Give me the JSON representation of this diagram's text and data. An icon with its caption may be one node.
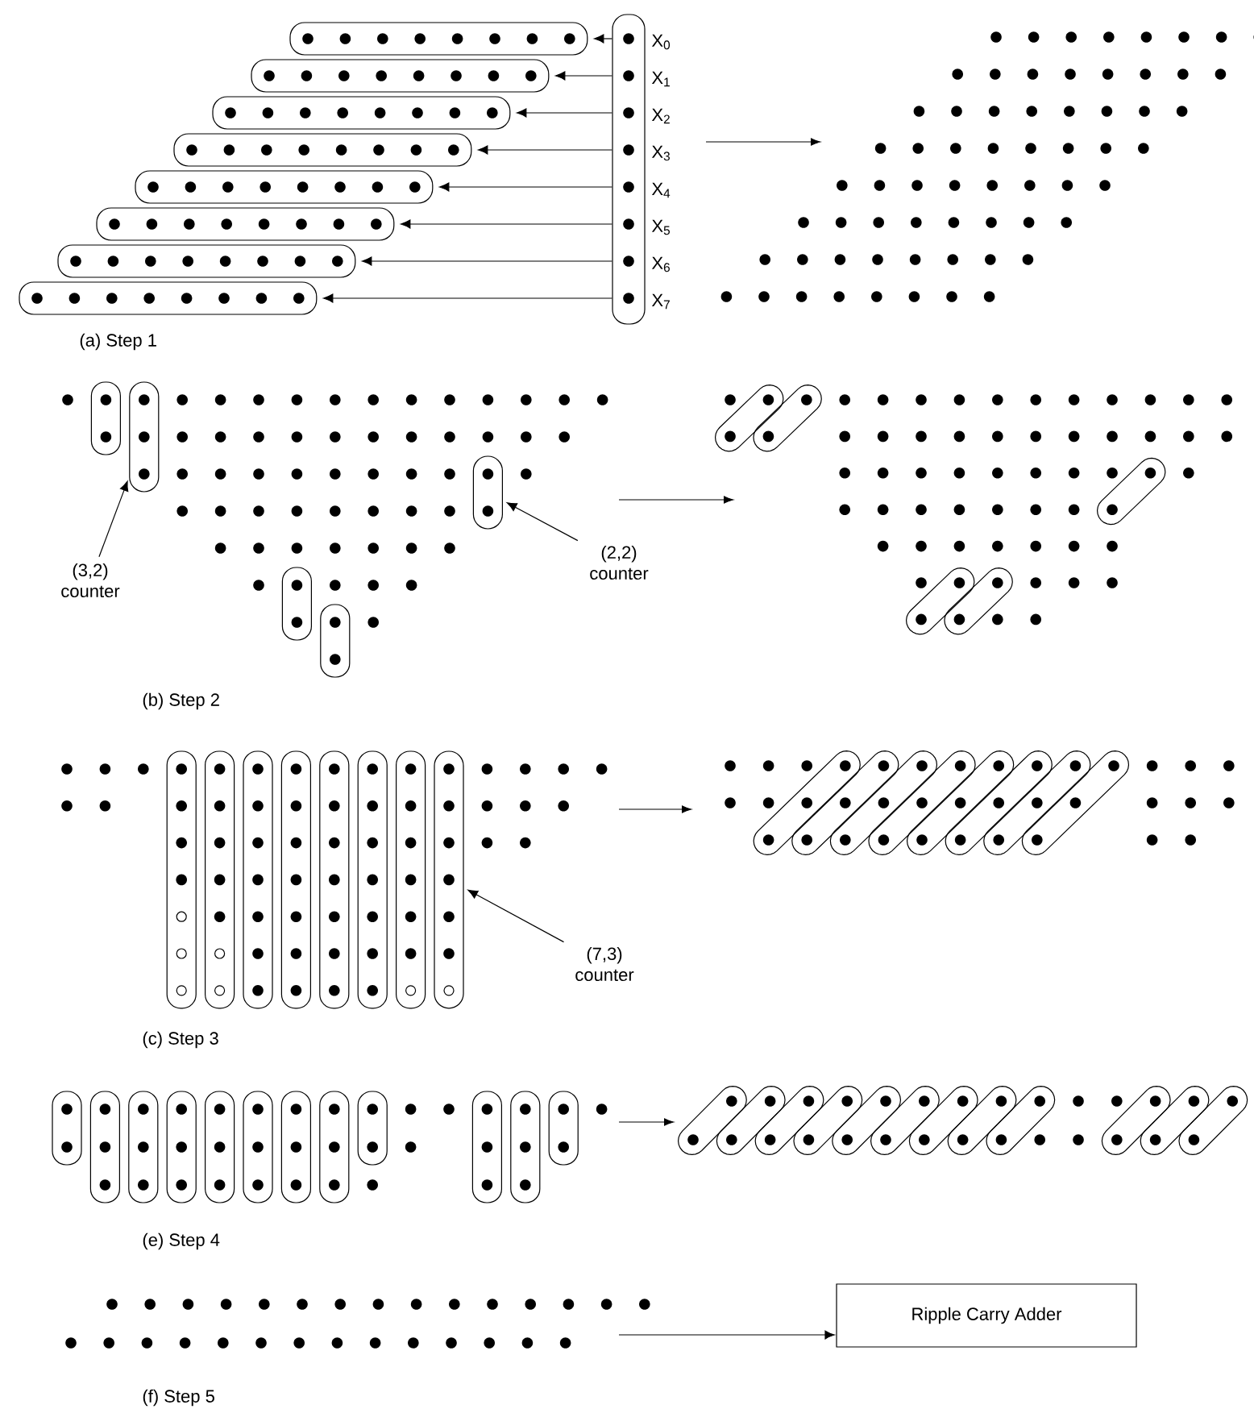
{
  "diagram": {
    "nodes": [
      {
        "text": [],
        "shape": "box",
        "beside": [
          "X$_{0}$",
          "X$_{1}$",
          "X$_{2}$",
          "X$_{3}$",
          "X$_{4}$",
          "X$_{5}$",
          "X$_{6}$",
          "X$_{7}$"
        ]
      },
      {
        "text": [],
        "shape": "box"
      },
      {
        "text": [],
        "shape": "box"
      },
      {
        "text": [],
        "shape": "box"
      },
      {
        "text": [],
        "shape": "box"
      },
      {
        "text": [],
        "shape": "box"
      },
      {
        "text": [],
        "shape": "box"
      },
      {
        "text": [],
        "shape": "box"
      },
      {
        "text": [],
        "shape": "box"
      },
      {
        "text": [
          "(3,2) counter"
        ]
      },
      {
        "text": [],
        "shape": "box"
      },
      {
        "text": [
          "(2,2) counter"
        ]
      },
      {
        "text": [],
        "shape": "box"
      },
      {
        "text": [
          "(7,3) counter"
        ]
      },
      {
        "text": [],
        "shape": "box"
      },
      {
        "text": [
          "Ripple Carry Adder"
        ]
      }
    ],
    "edges": [
      {
        "from": 0,
        "to": 1,
        "arrow": "to"
      },
      {
        "from": 0,
        "to": 2,
        "arrow": "to"
      },
      {
        "from": 0,
        "to": 3,
        "arrow": "to"
      },
      {
        "from": 0,
        "to": 4,
        "arrow": "to"
      },
      {
        "from": 0,
        "to": 5,
        "arrow": "to"
      },
      {
        "from": 0,
        "to": 6,
        "arrow": "to"
      },
      {
        "from": 0,
        "to": 7,
        "arrow": "to"
      },
      {
        "from": 0,
        "to": 8,
        "arrow": "to"
      },
      {
        "from": 9,
        "to": 10,
        "arrow": "to"
      },
      {
        "from": 11,
        "to": 12,
        "arrow": "to"
      },
      {
        "from": 13,
        "to": 14,
        "arrow": "to"
      },
      {
        "from": null,
        "to": 15,
        "arrow": "to"
      }
    ],
    "labels": [
      "(a) Step 1",
      "(b) Step 2",
      "(c) Step 3",
      "(e) Step 4",
      "(f) Step 5"
    ]
  }
}
